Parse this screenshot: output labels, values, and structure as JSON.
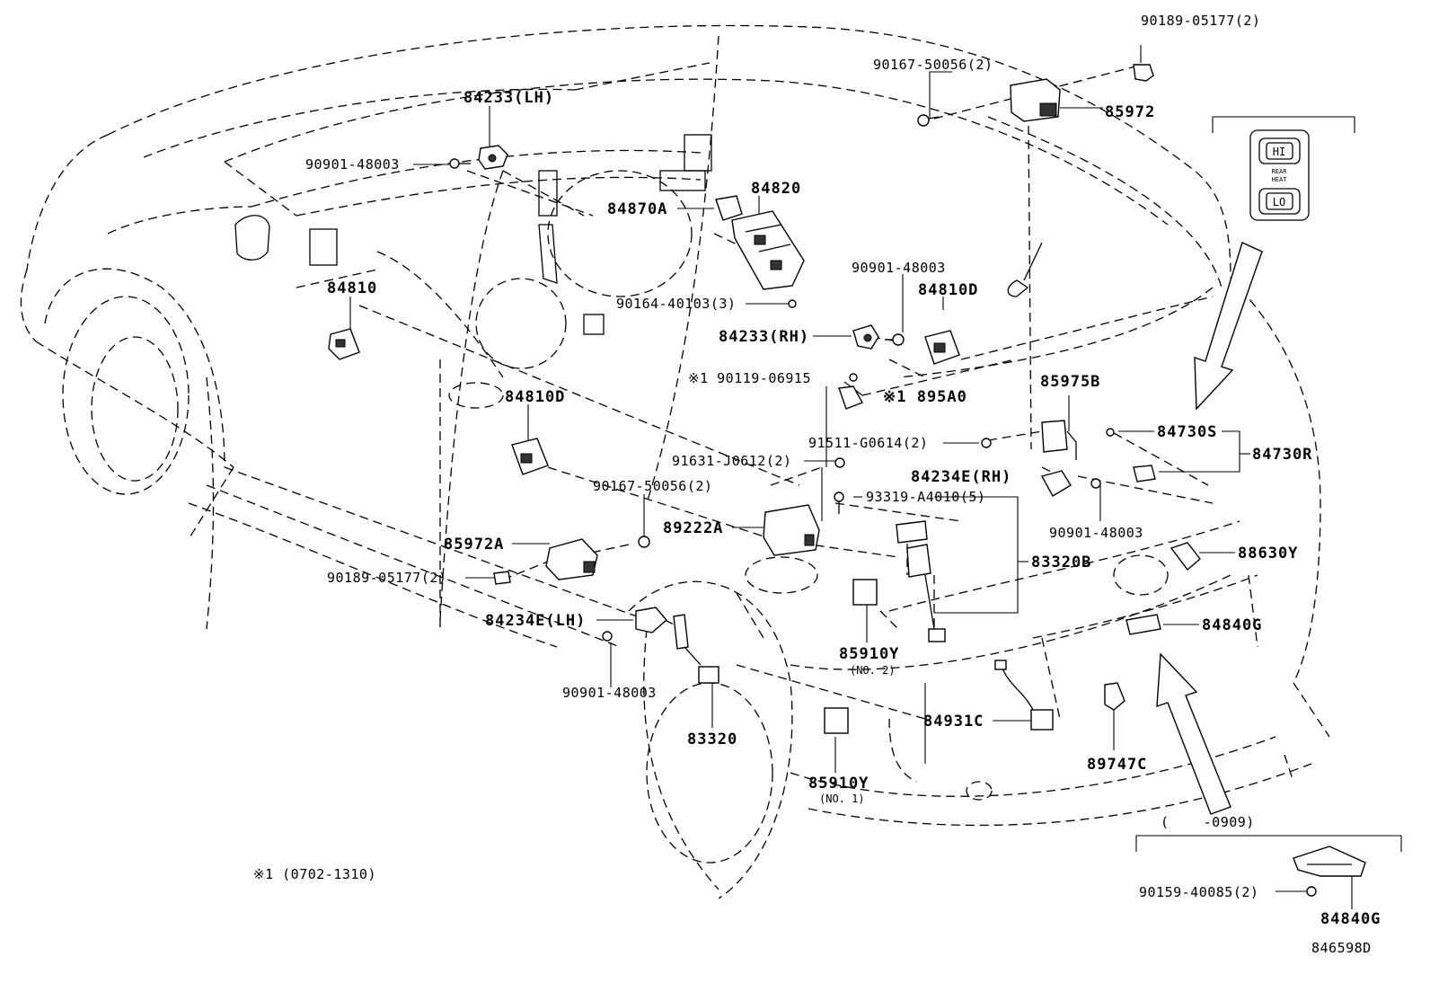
{
  "labels": {
    "p_90189_05177_top": "90189-05177(2)",
    "p_90167_50056_top": "90167-50056(2)",
    "p_85972": "85972",
    "p_84233_lh": "84233(LH)",
    "p_90901_48003_a": "90901-48003",
    "p_84820": "84820",
    "p_84870a": "84870A",
    "p_90901_48003_b": "90901-48003",
    "p_84810": "84810",
    "p_84810d_r": "84810D",
    "p_90164_40103": "90164-40103(3)",
    "p_84233_rh": "84233(RH)",
    "p_90119_06915": "※1 90119-06915",
    "p_895a0": "※1 895A0",
    "p_84810d_l": "84810D",
    "p_85975b": "85975B",
    "p_84730s": "84730S",
    "p_84730r": "84730R",
    "p_91511_g0614": "91511-G0614(2)",
    "p_91631_j0612": "91631-J0612(2)",
    "p_84234e_rh": "84234E(RH)",
    "p_90167_50056_mid": "90167-50056(2)",
    "p_93319_a4010": "93319-A4010(5)",
    "p_89222a": "89222A",
    "p_90901_48003_c": "90901-48003",
    "p_85972a": "85972A",
    "p_88630y": "88630Y",
    "p_90189_05177_mid": "90189-05177(2)",
    "p_83320b": "83320B",
    "p_84234e_lh": "84234E(LH)",
    "p_84840g_a": "84840G",
    "p_85910y_2": "85910Y",
    "p_no2": "(NO. 2)",
    "p_90901_48003_d": "90901-48003",
    "p_84931c": "84931C",
    "p_83320": "83320",
    "p_89747c": "89747C",
    "p_85910y_1": "85910Y",
    "p_no1": "(NO. 1)",
    "p_note_1": "※1 (0702-1310)",
    "p_date_range": "(    -0909)",
    "p_90159_40085": "90159-40085(2)",
    "p_84840g_b": "84840G",
    "p_diagram_id": "846598D"
  },
  "switch_inset": {
    "hi": "HI",
    "rear_heat_line1": "REAR",
    "rear_heat_line2": "HEAT",
    "lo": "LO"
  },
  "colors": {
    "ink": "#000000",
    "paper": "#ffffff"
  }
}
